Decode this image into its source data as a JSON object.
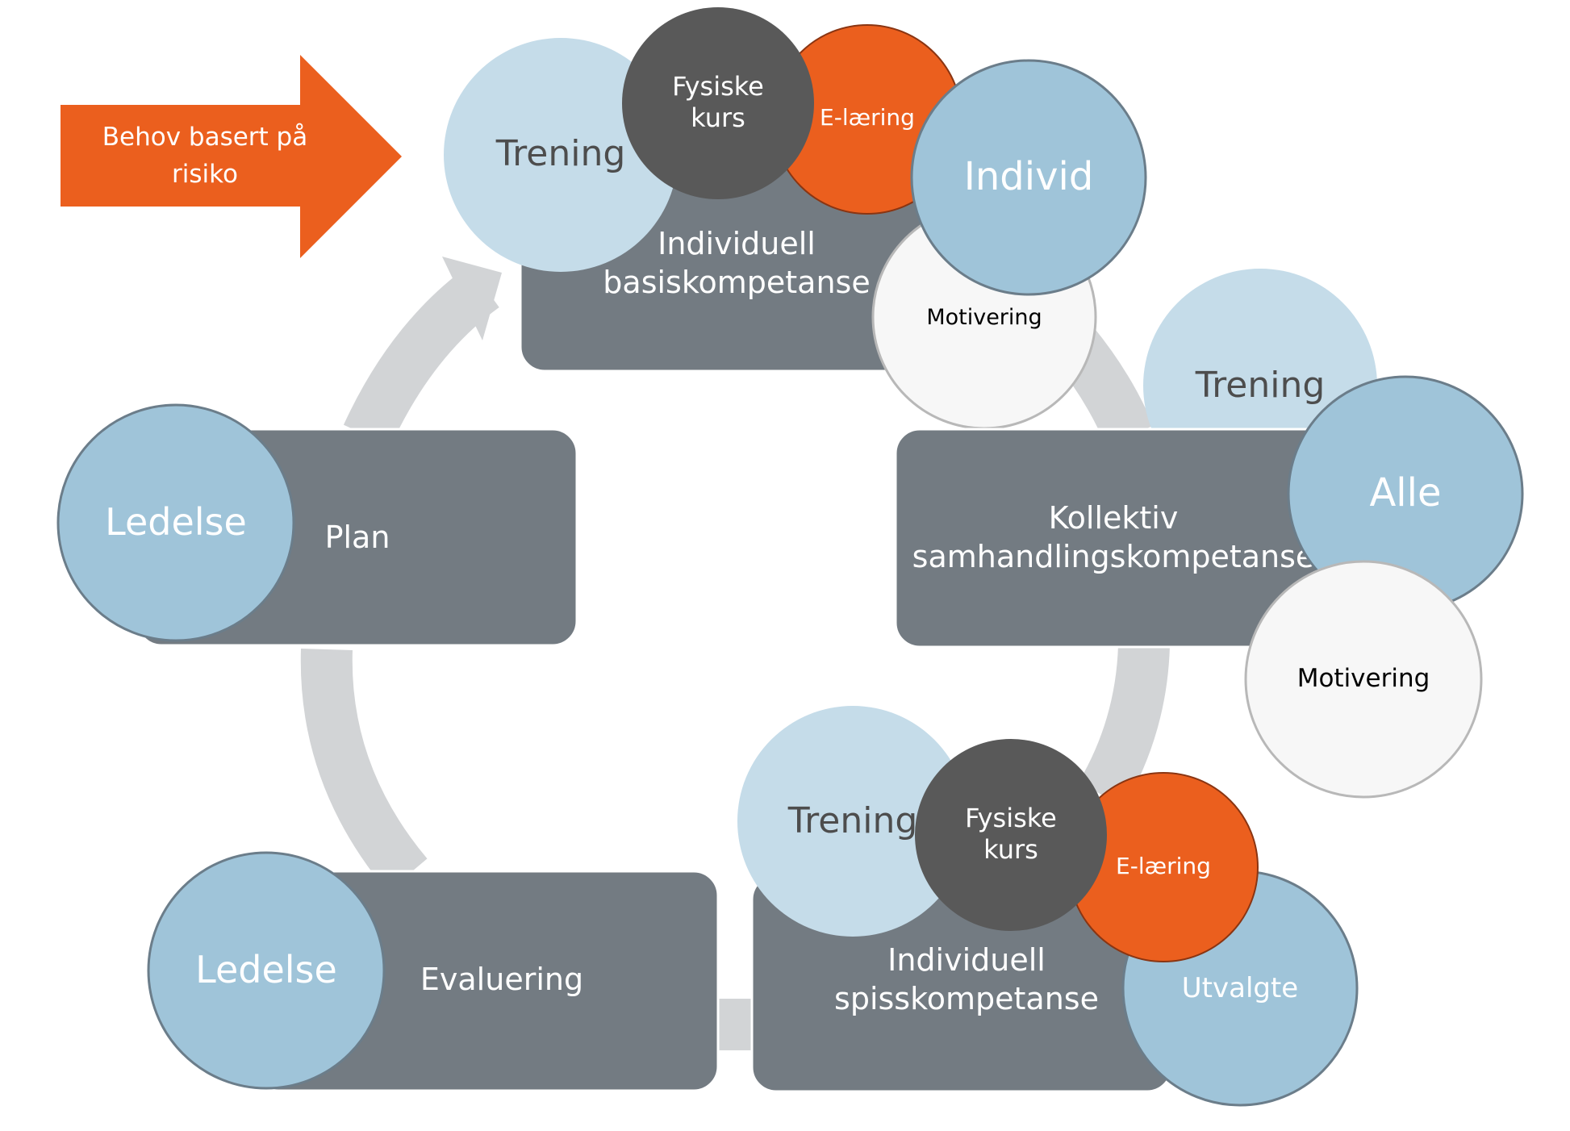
{
  "arrow_banner": {
    "line1": "Behov basert på",
    "line2": "risiko"
  },
  "boxes": {
    "basis": {
      "line1": "Individuell",
      "line2": "basiskompetanse"
    },
    "kollektiv": {
      "line1": "Kollektiv",
      "line2": "samhandlingskompetanse"
    },
    "spiss": {
      "line1": "Individuell",
      "line2": "spisskompetanse"
    },
    "plan": {
      "label": "Plan"
    },
    "evaluering": {
      "label": "Evaluering"
    }
  },
  "circles": {
    "basis": {
      "trening": "Trening",
      "fysiske_line1": "Fysiske",
      "fysiske_line2": "kurs",
      "elaering": "E-læring",
      "audience": "Individ",
      "motivering": "Motivering"
    },
    "kollektiv": {
      "trening": "Trening",
      "audience": "Alle",
      "motivering": "Motivering"
    },
    "spiss": {
      "trening": "Trening",
      "fysiske_line1": "Fysiske",
      "fysiske_line2": "kurs",
      "elaering": "E-læring",
      "audience": "Utvalgte"
    },
    "plan": {
      "ledelse": "Ledelse"
    },
    "evaluering": {
      "ledelse": "Ledelse"
    }
  },
  "colors": {
    "box": "#737b82",
    "light_blue": "#c5dce9",
    "mid_blue": "#9fc4d9",
    "dark_gray": "#595959",
    "orange": "#eb5f1e",
    "white_circle": "#f7f7f7",
    "cycle_track": "#d2d4d6"
  }
}
